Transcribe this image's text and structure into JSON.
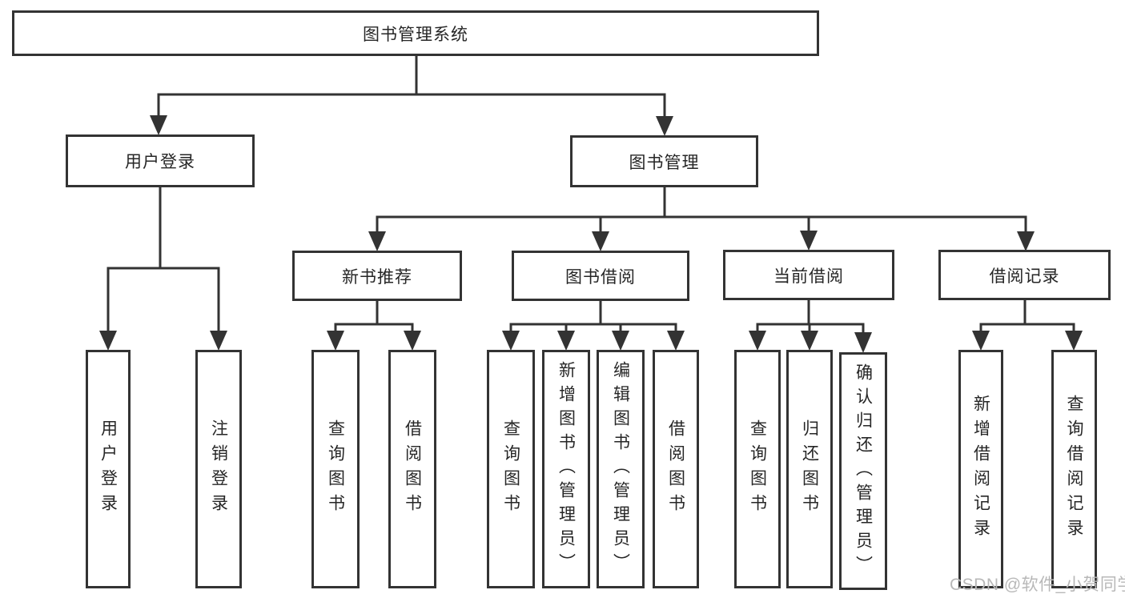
{
  "diagram": {
    "root": {
      "label": "图书管理系统"
    },
    "children": [
      {
        "label": "用户登录",
        "children": [
          {
            "label": "用户登录"
          },
          {
            "label": "注销登录"
          }
        ]
      },
      {
        "label": "图书管理",
        "children": [
          {
            "label": "新书推荐",
            "children": [
              {
                "label": "查询图书"
              },
              {
                "label": "借阅图书"
              }
            ]
          },
          {
            "label": "图书借阅",
            "children": [
              {
                "label": "查询图书"
              },
              {
                "label": "新增图书（管理员）"
              },
              {
                "label": "编辑图书（管理员）"
              },
              {
                "label": "借阅图书"
              }
            ]
          },
          {
            "label": "当前借阅",
            "children": [
              {
                "label": "查询图书"
              },
              {
                "label": "归还图书"
              },
              {
                "label": "确认归还（管理员）"
              }
            ]
          },
          {
            "label": "借阅记录",
            "children": [
              {
                "label": "新增借阅记录"
              },
              {
                "label": "查询借阅记录"
              }
            ]
          }
        ]
      }
    ]
  },
  "watermark": {
    "text": "CSDN @软件_小贺同学"
  },
  "colors": {
    "line": "#333333",
    "box_border": "#333333",
    "text": "#262626",
    "watermark": "#b8b8b8",
    "background": "#ffffff"
  }
}
